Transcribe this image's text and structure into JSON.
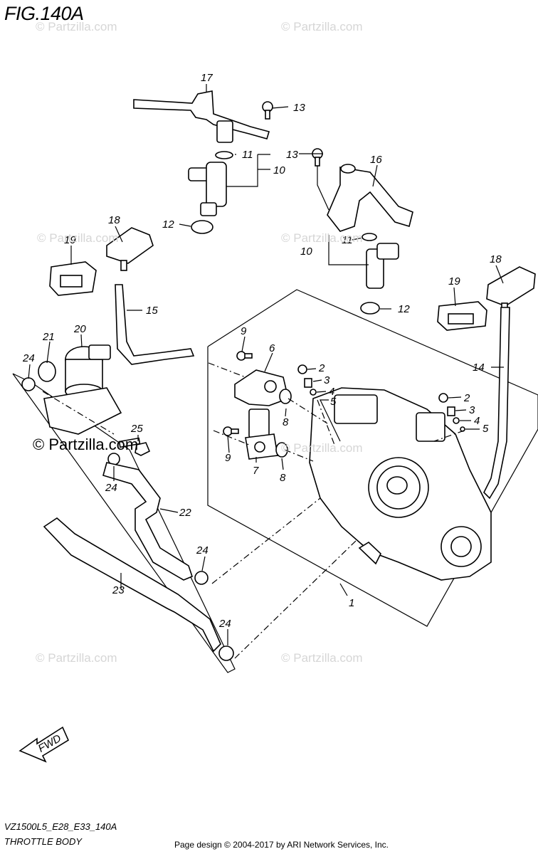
{
  "figure": {
    "title": "FIG.140A",
    "code": "VZ1500L5_E28_E33_140A",
    "name": "THROTTLE BODY",
    "copyright": "Page design © 2004-2017 by ARI Network Services, Inc.",
    "watermark": "© Partzilla.com",
    "fwd_label": "FWD"
  },
  "callouts": [
    "1",
    "2",
    "3",
    "4",
    "5",
    "6",
    "7",
    "8",
    "9",
    "10",
    "11",
    "12",
    "13",
    "14",
    "15",
    "16",
    "17",
    "18",
    "19",
    "20",
    "21",
    "22",
    "23",
    "24",
    "25"
  ]
}
